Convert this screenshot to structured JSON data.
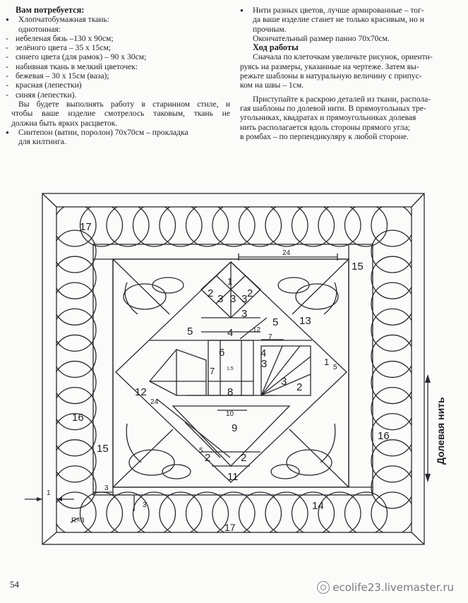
{
  "left_column": {
    "heading": "Вам потребуется:",
    "fabric_title": "Хлопчатобумажная ткань:",
    "fabric_sub": "однотонная:",
    "items": [
      "небеленая бязь –130 х 90см;",
      "зелёного цвета – 35 х 15см;",
      "синего цвета (для рамок) – 90 х 30см;",
      "набивная ткань в мелкий цветочек:",
      "бежевая – 30 х 15см (ваза);",
      "красная (лепестки)",
      "синяя (лепестки)."
    ],
    "note_1": "Вы будете выполнять работу в старинном стиле, и",
    "note_2": "чтобы ваше изделие смотрелось таковым, ткань не",
    "note_3": "должна быть ярких расцветок.",
    "padding_1": "Синтепон (ватин, поролон) 70х70см – прокладка",
    "padding_2": "для килтинга."
  },
  "right_column": {
    "threads_1": "Нити разных цветов, лучше армированные – тог-",
    "threads_2": "да ваше изделие станет не только красивым, но и",
    "threads_3": "прочным.",
    "final_size": "Окончательный размер панно 70х70см.",
    "work_heading": "Ход работы",
    "p1_1": "Сначала по клеточкам увеличьте рисунок, ориенти-",
    "p1_2": "руясь на размеры, указанные на чертеже. Затем вы-",
    "p1_3": "режьте шаблоны в натуральную величину  с припус-",
    "p1_4": "ком на швы – 1см.",
    "p2_1": "Приступайте к раскрою деталей из ткани, распола-",
    "p2_2": "гая шаблоны по долевой нити. В прямоугольных тре-",
    "p2_3": "угольниках, квадратах и прямоугольниках долевая",
    "p2_4": "нить располагается вдоль стороны прямого угла;",
    "p2_5": "в ромбах – по перпендикуляру к любой стороне."
  },
  "diagram": {
    "grain_label": "Долевая нить",
    "labels": {
      "n17a": "17",
      "n17b": "17",
      "n15a": "15",
      "n15b": "15",
      "n16a": "16",
      "n16b": "16",
      "n14": "14",
      "n24a": "24",
      "n24b": "24",
      "n12a": "12",
      "n12b": "12",
      "n13": "13",
      "n5a": "5",
      "n5b": "5",
      "n5c": "5",
      "n5d": "5",
      "n1": "1",
      "n1b": "1",
      "n2a": "2",
      "n2b": "2",
      "n2c": "2",
      "n2d": "2",
      "n2e": "2",
      "n3a": "3",
      "n3b": "3",
      "n3c": "3",
      "n3d": "3",
      "n3e": "3",
      "n3f": "3",
      "n4a": "4",
      "n4b": "4",
      "n6": "6",
      "n7a": "7",
      "n7b": "7",
      "n8": "8",
      "n9": "9",
      "n10": "10",
      "n11": "11",
      "n15s": "1,5",
      "r3": "R=3",
      "d3a": "3",
      "d3b": "3",
      "d1": "1"
    }
  },
  "page_number": "54",
  "watermark": "ecolife23.livemaster.ru"
}
